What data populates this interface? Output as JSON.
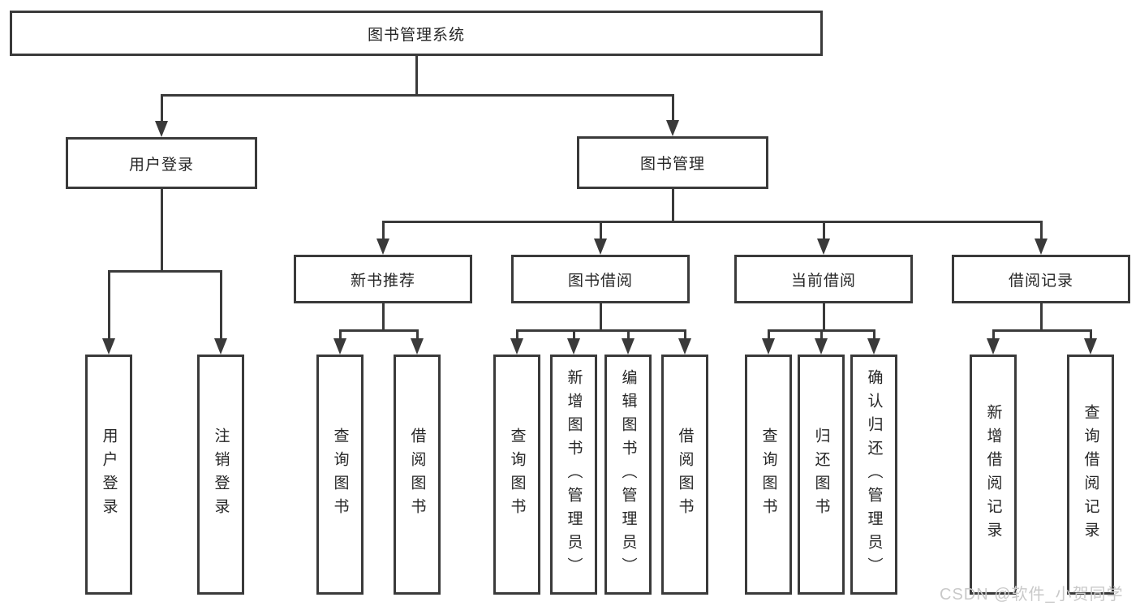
{
  "diagram": {
    "root_label": "图书管理系统",
    "branches": [
      {
        "label": "用户登录",
        "leaves": [
          {
            "label": "用户登录"
          },
          {
            "label": "注销登录"
          }
        ]
      },
      {
        "label": "图书管理",
        "groups": [
          {
            "label": "新书推荐",
            "leaves": [
              {
                "label": "查询图书"
              },
              {
                "label": "借阅图书"
              }
            ]
          },
          {
            "label": "图书借阅",
            "leaves": [
              {
                "label": "查询图书"
              },
              {
                "label": "新增图书（管理员）"
              },
              {
                "label": "编辑图书（管理员）"
              },
              {
                "label": "借阅图书"
              }
            ]
          },
          {
            "label": "当前借阅",
            "leaves": [
              {
                "label": "查询图书"
              },
              {
                "label": "归还图书"
              },
              {
                "label": "确认归还（管理员）"
              }
            ]
          },
          {
            "label": "借阅记录",
            "leaves": [
              {
                "label": "新增借阅记录"
              },
              {
                "label": "查询借阅记录"
              }
            ]
          }
        ]
      }
    ]
  },
  "watermark": {
    "text": "CSDN @软件_小贺同学"
  },
  "colors": {
    "line": "#3a3a3a",
    "box_border": "#3a3a3a",
    "box_fill": "#ffffff",
    "text": "#262626",
    "watermark": "#c9c9c9"
  }
}
